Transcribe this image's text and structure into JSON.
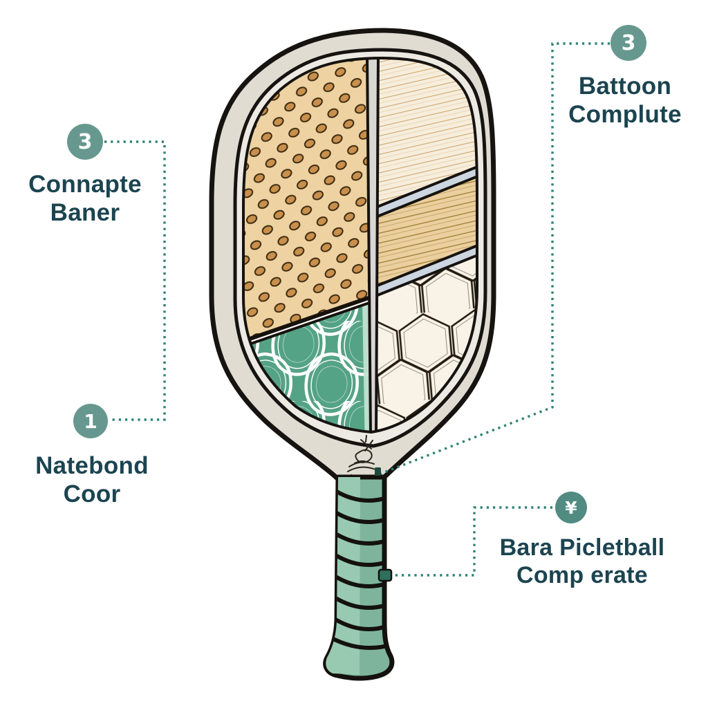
{
  "callouts": [
    {
      "position": "top-left",
      "badge": "3",
      "line1": "Connapte",
      "line2": "Baner"
    },
    {
      "position": "bottom-left",
      "badge": "1",
      "line1": "Natebond",
      "line2": "Coor"
    },
    {
      "position": "top-right",
      "badge": "3",
      "line1": "Battoon",
      "line2": "Complute"
    },
    {
      "position": "bottom-right",
      "badge": "¥",
      "line1": "Bara Picletball",
      "line2": "Comp erate"
    }
  ],
  "illustration": {
    "subject": "pickleball-paddle-cutaway",
    "panels": [
      "perforated-core",
      "wood-grain-top",
      "wood-grain-mid",
      "honeycomb-core",
      "green-hex-core",
      "wrapped-grip"
    ]
  },
  "colors": {
    "page_bg": "#ffffff",
    "badge_teal": "#67988f",
    "badge_teal_dark": "#528b81",
    "label_text": "#1b4450",
    "connector_green": "#2e8070",
    "rim_beige": "#e0dcd2",
    "band_cream": "#eceae2",
    "face_cream": "#faf6ec",
    "dots_bg": "#eed2a2",
    "dot_fill": "#c98f4c",
    "pale_wood": "#f7eddb",
    "tan_wood": "#ebcf9e",
    "honeycomb_bg": "#f8f3e6",
    "green_panel": "#55a387",
    "divider_gray": "#ccd6e0",
    "grip_green": "#7eb49c",
    "grip_highlight": "#98cab1",
    "outline_ink": "#161310"
  }
}
